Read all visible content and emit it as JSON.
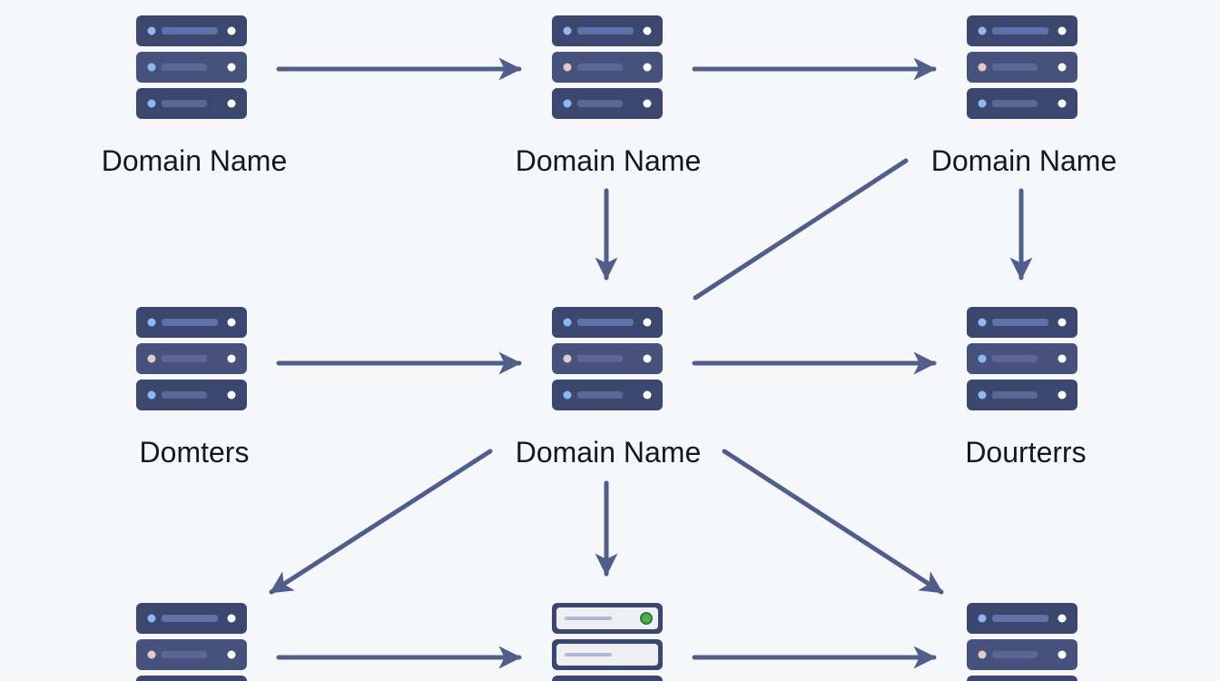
{
  "colors": {
    "background": "#f6f7fa",
    "arrow": "#4f5e8a",
    "server_dark": "#3c4770",
    "server_mid": "#46527c",
    "server_light_face": "#eef0f4",
    "led_blue": "#8fb8f2",
    "led_white": "#ffffff",
    "led_pink": "#e4c9c9",
    "led_green": "#4caf50"
  },
  "nodes": [
    {
      "id": "n1",
      "label": "Domain Name",
      "icon": "server-rack-icon"
    },
    {
      "id": "n2",
      "label": "Domain Name",
      "icon": "server-rack-icon"
    },
    {
      "id": "n3",
      "label": "Domain Name",
      "icon": "server-rack-icon"
    },
    {
      "id": "n4",
      "label": "Domters",
      "icon": "server-rack-icon"
    },
    {
      "id": "n5",
      "label": "Domain Name",
      "icon": "server-rack-icon"
    },
    {
      "id": "n6",
      "label": "Dourterrs",
      "icon": "server-rack-icon"
    },
    {
      "id": "n7",
      "label": "",
      "icon": "server-rack-icon"
    },
    {
      "id": "n8",
      "label": "",
      "icon": "server-rack-light-icon"
    },
    {
      "id": "n9",
      "label": "",
      "icon": "server-rack-icon"
    }
  ],
  "edges": [
    {
      "from": "n1",
      "to": "n2",
      "arrow": true
    },
    {
      "from": "n2",
      "to": "n3",
      "arrow": true
    },
    {
      "from": "n2",
      "to": "n5",
      "arrow": true
    },
    {
      "from": "n5",
      "to": "n3",
      "arrow": false
    },
    {
      "from": "n3",
      "to": "n6",
      "arrow": true
    },
    {
      "from": "n4",
      "to": "n5",
      "arrow": true
    },
    {
      "from": "n5",
      "to": "n6",
      "arrow": true
    },
    {
      "from": "n5",
      "to": "n7",
      "arrow": true
    },
    {
      "from": "n5",
      "to": "n8",
      "arrow": true
    },
    {
      "from": "n5",
      "to": "n9",
      "arrow": true
    },
    {
      "from": "n7",
      "to": "n8",
      "arrow": true
    },
    {
      "from": "n8",
      "to": "n9",
      "arrow": true
    }
  ]
}
